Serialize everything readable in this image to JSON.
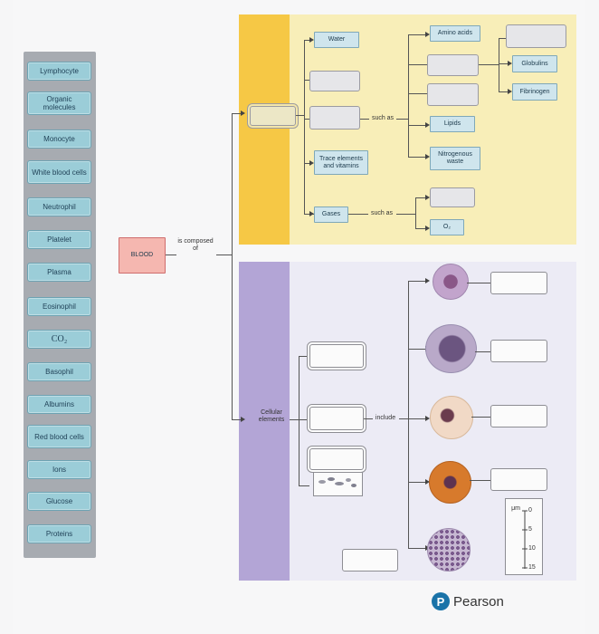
{
  "word_bank": [
    {
      "label": "Lymphocyte"
    },
    {
      "label": "Organic molecules"
    },
    {
      "label": "Monocyte"
    },
    {
      "label": "White blood cells"
    },
    {
      "label": "Neutrophil"
    },
    {
      "label": "Platelet"
    },
    {
      "label": "Plasma"
    },
    {
      "label": "Eosinophil"
    },
    {
      "label": "CO₂"
    },
    {
      "label": "Basophil"
    },
    {
      "label": "Albumins"
    },
    {
      "label": "Red blood cells"
    },
    {
      "label": "Ions"
    },
    {
      "label": "Glucose"
    },
    {
      "label": "Proteins"
    }
  ],
  "diagram": {
    "blood": "BLOOD",
    "is_composed_of": "is composed of",
    "water": "Water",
    "such_as_1": "such as",
    "trace": "Trace elements and vitamins",
    "gases": "Gases",
    "such_as_2": "such as",
    "amino": "Amino acids",
    "lipids": "Lipids",
    "nitro": "Nitrogenous waste",
    "o2": "O₂",
    "globulins": "Globulins",
    "fibrinogen": "Fibrinogen",
    "cellular": "Cellular elements",
    "include": "include"
  },
  "scale": {
    "unit": "μm",
    "ticks": [
      "0",
      "5",
      "10",
      "15"
    ]
  },
  "brand": {
    "logo_letter": "P",
    "name": "Pearson"
  },
  "colors": {
    "chip": "#9bcdd8",
    "top_panel": "#f8eeb8",
    "top_strip": "#f6c845",
    "bottom_panel": "#ecebf5",
    "bottom_strip": "#b3a5d6",
    "brand": "#1a73a8"
  }
}
